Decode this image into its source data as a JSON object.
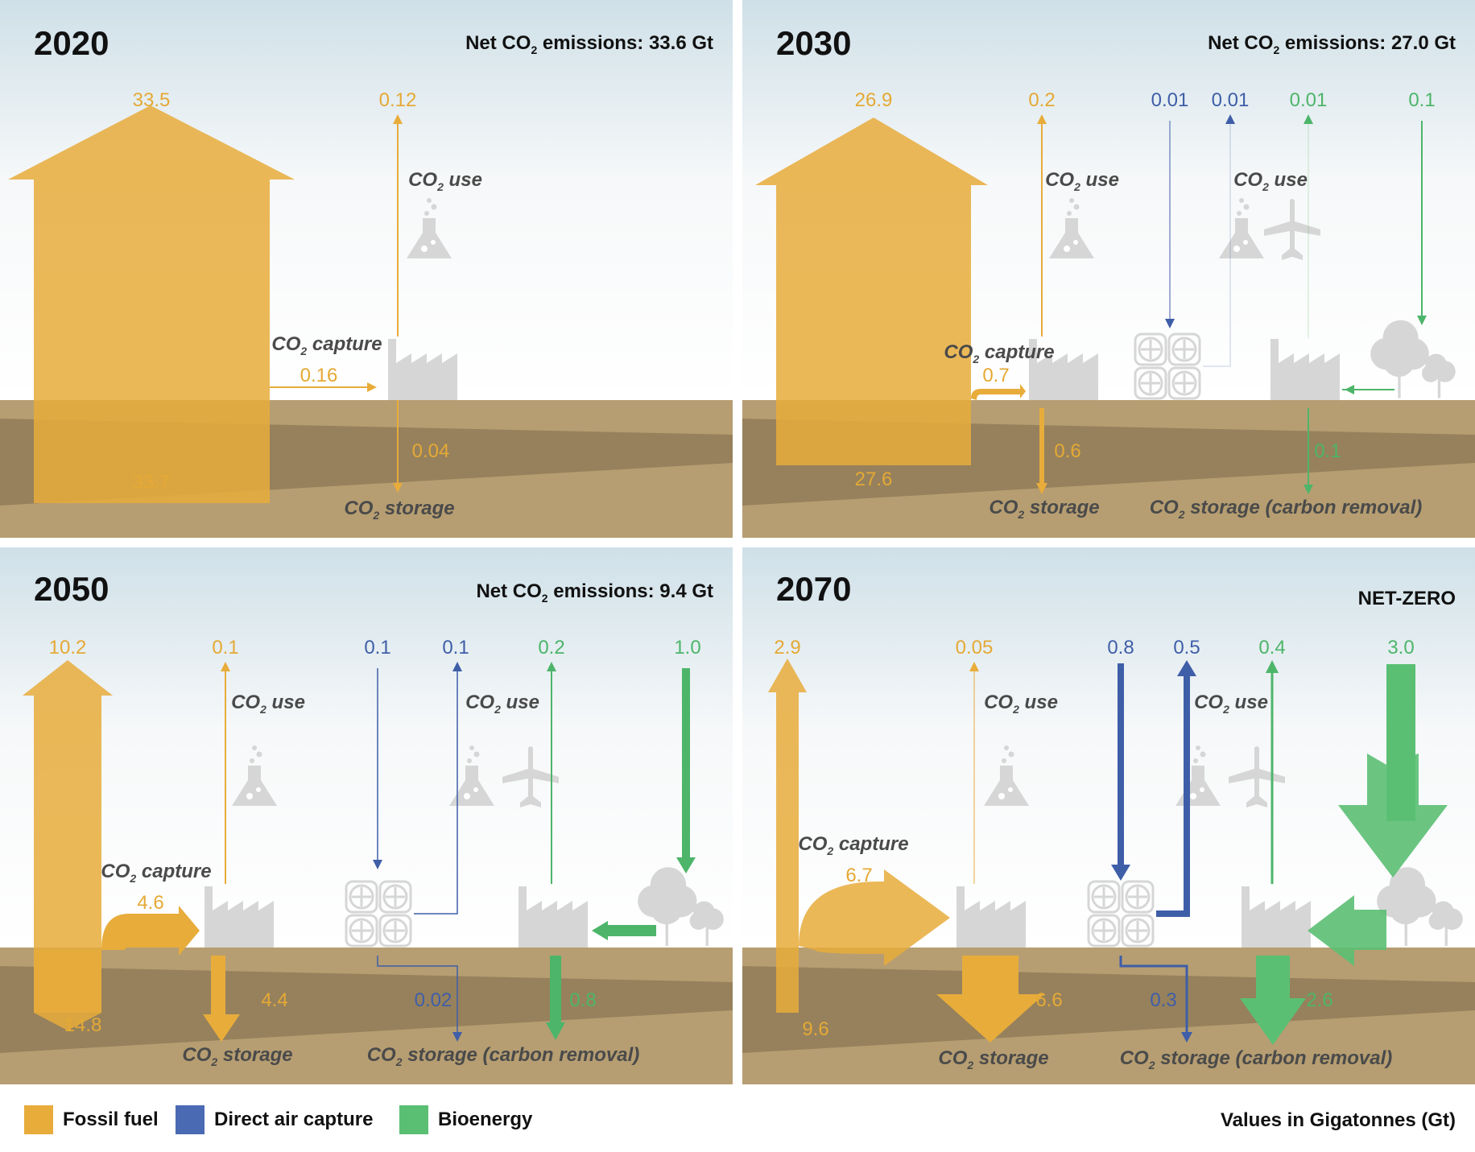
{
  "panels": {
    "p2020": {
      "year": "2020",
      "net_prefix": "Net CO",
      "net_sub": "2",
      "net_suffix": " emissions: 33.6 Gt",
      "values": {
        "emit": "33.5",
        "use": "0.12",
        "capture": "0.16",
        "storage": "0.04",
        "fossil_in": "33.7"
      },
      "labels": {
        "use": "use",
        "capture": "capture",
        "storage": "storage"
      }
    },
    "p2030": {
      "year": "2030",
      "net_prefix": "Net CO",
      "net_sub": "2",
      "net_suffix": " emissions: 27.0 Gt",
      "values": {
        "emit": "26.9",
        "use": "0.2",
        "dac_in": "0.01",
        "dac_use": "0.01",
        "bio_use": "0.01",
        "bio_in": "0.1",
        "capture": "0.7",
        "storage": "0.6",
        "bio_storage": "0.1",
        "fossil_in": "27.6"
      },
      "labels": {
        "use1": "use",
        "use2": "use",
        "capture": "capture",
        "storage": "storage",
        "removal": "storage (carbon removal)"
      }
    },
    "p2050": {
      "year": "2050",
      "net_prefix": "Net CO",
      "net_sub": "2",
      "net_suffix": " emissions: 9.4 Gt",
      "values": {
        "emit": "10.2",
        "use": "0.1",
        "dac_in": "0.1",
        "dac_use": "0.1",
        "bio_use": "0.2",
        "bio_in": "1.0",
        "capture": "4.6",
        "storage": "4.4",
        "dac_storage": "0.02",
        "bio_storage": "0.8",
        "fossil_in": "14.8"
      },
      "labels": {
        "use1": "use",
        "use2": "use",
        "capture": "capture",
        "storage": "storage",
        "removal": "storage (carbon removal)"
      }
    },
    "p2070": {
      "year": "2070",
      "net_label": "NET-ZERO",
      "values": {
        "emit": "2.9",
        "use": "0.05",
        "dac_in": "0.8",
        "dac_use": "0.5",
        "bio_use": "0.4",
        "bio_in": "3.0",
        "capture": "6.7",
        "storage": "6.6",
        "dac_storage": "0.3",
        "bio_storage": "2.6",
        "fossil_in": "9.6"
      },
      "labels": {
        "use1": "use",
        "use2": "use",
        "capture": "capture",
        "storage": "storage",
        "removal": "storage (carbon removal)"
      }
    }
  },
  "co2": {
    "prefix": "CO",
    "sub": "2"
  },
  "legend": [
    {
      "label": "Fossil fuel",
      "color": "#e8ac3b"
    },
    {
      "label": "Direct air capture",
      "color": "#4a6ab3"
    },
    {
      "label": "Bioenergy",
      "color": "#5bbf73"
    }
  ],
  "units": "Values in Gigatonnes (Gt)",
  "colors": {
    "fossil": "#e8ac3b",
    "dac": "#3f5ea8",
    "bio": "#4db56a",
    "icon": "#d6d6d6",
    "ground": "#b69e72"
  }
}
